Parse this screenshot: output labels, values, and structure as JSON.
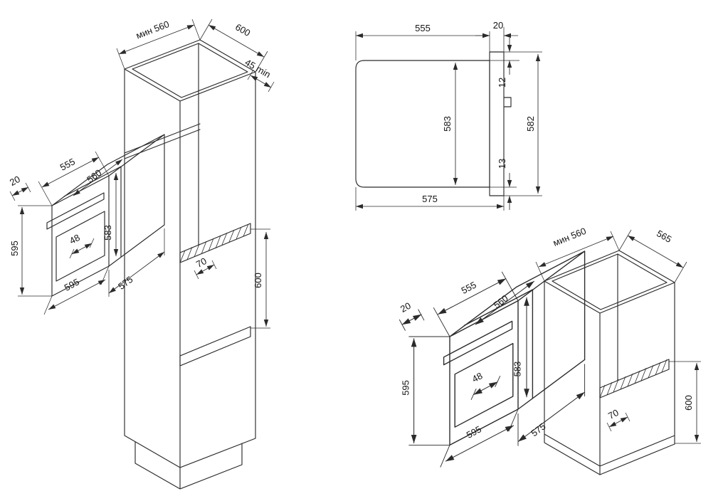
{
  "colors": {
    "background": "#ffffff",
    "line": "#2b2b2b",
    "text": "#141414"
  },
  "diagrams": {
    "tall_cabinet": {
      "dims": {
        "niche_depth_min": "мин 560",
        "niche_top_width": "600",
        "rear_vent_min": "45 min",
        "niche_height": "600",
        "shelf_recess": "70"
      },
      "oven": {
        "width_top": "555",
        "door_overhang": "20",
        "height": "595",
        "depth_top": "560",
        "handle_depth": "48",
        "body_height": "583",
        "width_bottom": "595",
        "depth_bottom": "575"
      }
    },
    "side_view": {
      "dims": {
        "depth_body": "555",
        "door_thickness": "20",
        "top_offset": "12",
        "body_height": "583",
        "front_height": "582",
        "bottom_offset": "13",
        "depth_total": "575"
      }
    },
    "base_cabinet": {
      "dims": {
        "niche_depth_min": "мин 560",
        "worktop_depth": "565",
        "niche_height": "600",
        "shelf_recess": "70"
      },
      "oven": {
        "width_top": "555",
        "door_overhang": "20",
        "height": "595",
        "depth_top": "560",
        "handle_depth": "48",
        "body_height": "583",
        "width_bottom": "595",
        "depth_bottom": "575"
      }
    }
  }
}
